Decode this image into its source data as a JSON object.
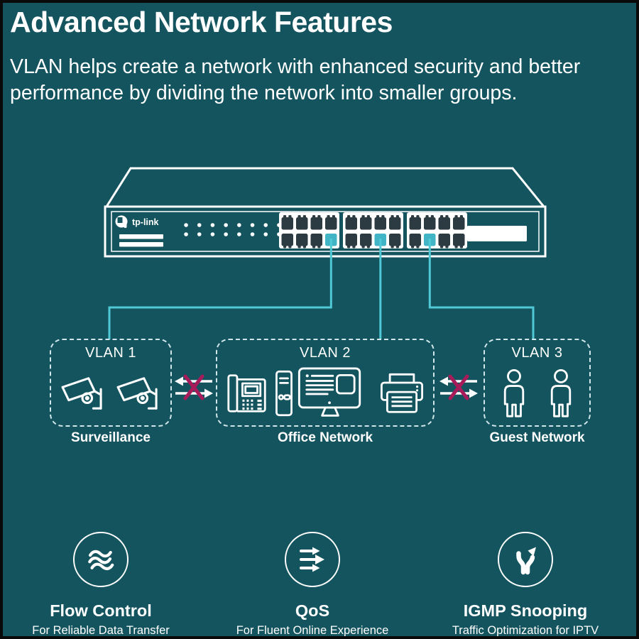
{
  "colors": {
    "background": "#13545E",
    "accent_cyan_line": "#50C9D6",
    "highlighted_port": "#41B5C5",
    "port_dark": "#2C3A42",
    "cross_magenta": "#A81B5B",
    "white": "#FFFFFF",
    "photo_frame": "#0A0A0A"
  },
  "header": {
    "title": "Advanced Network Features",
    "subtitle_lines": [
      "VLAN helps create a network with enhanced security and better",
      "performance by dividing the network into smaller groups."
    ]
  },
  "switch": {
    "brand": "tp-link",
    "port_groups": 3,
    "ports_per_group": 8,
    "highlighted_ports": 3
  },
  "vlans": [
    {
      "label": "VLAN 1",
      "caption": "Surveillance",
      "devices": [
        "cctv-camera",
        "cctv-camera"
      ]
    },
    {
      "label": "VLAN 2",
      "caption": "Office Network",
      "devices": [
        "ip-phone",
        "desktop-tower",
        "monitor",
        "printer"
      ]
    },
    {
      "label": "VLAN 3",
      "caption": "Guest Network",
      "devices": [
        "person",
        "person"
      ]
    }
  ],
  "features": [
    {
      "icon": "waves-icon",
      "title": "Flow Control",
      "subtitle": "For Reliable Data Transfer"
    },
    {
      "icon": "speed-arrows-icon",
      "title": "QoS",
      "subtitle": "For Fluent Online Experience"
    },
    {
      "icon": "fork-path-icon",
      "title": "IGMP Snooping",
      "subtitle": "Traffic Optimization for IPTV"
    }
  ]
}
